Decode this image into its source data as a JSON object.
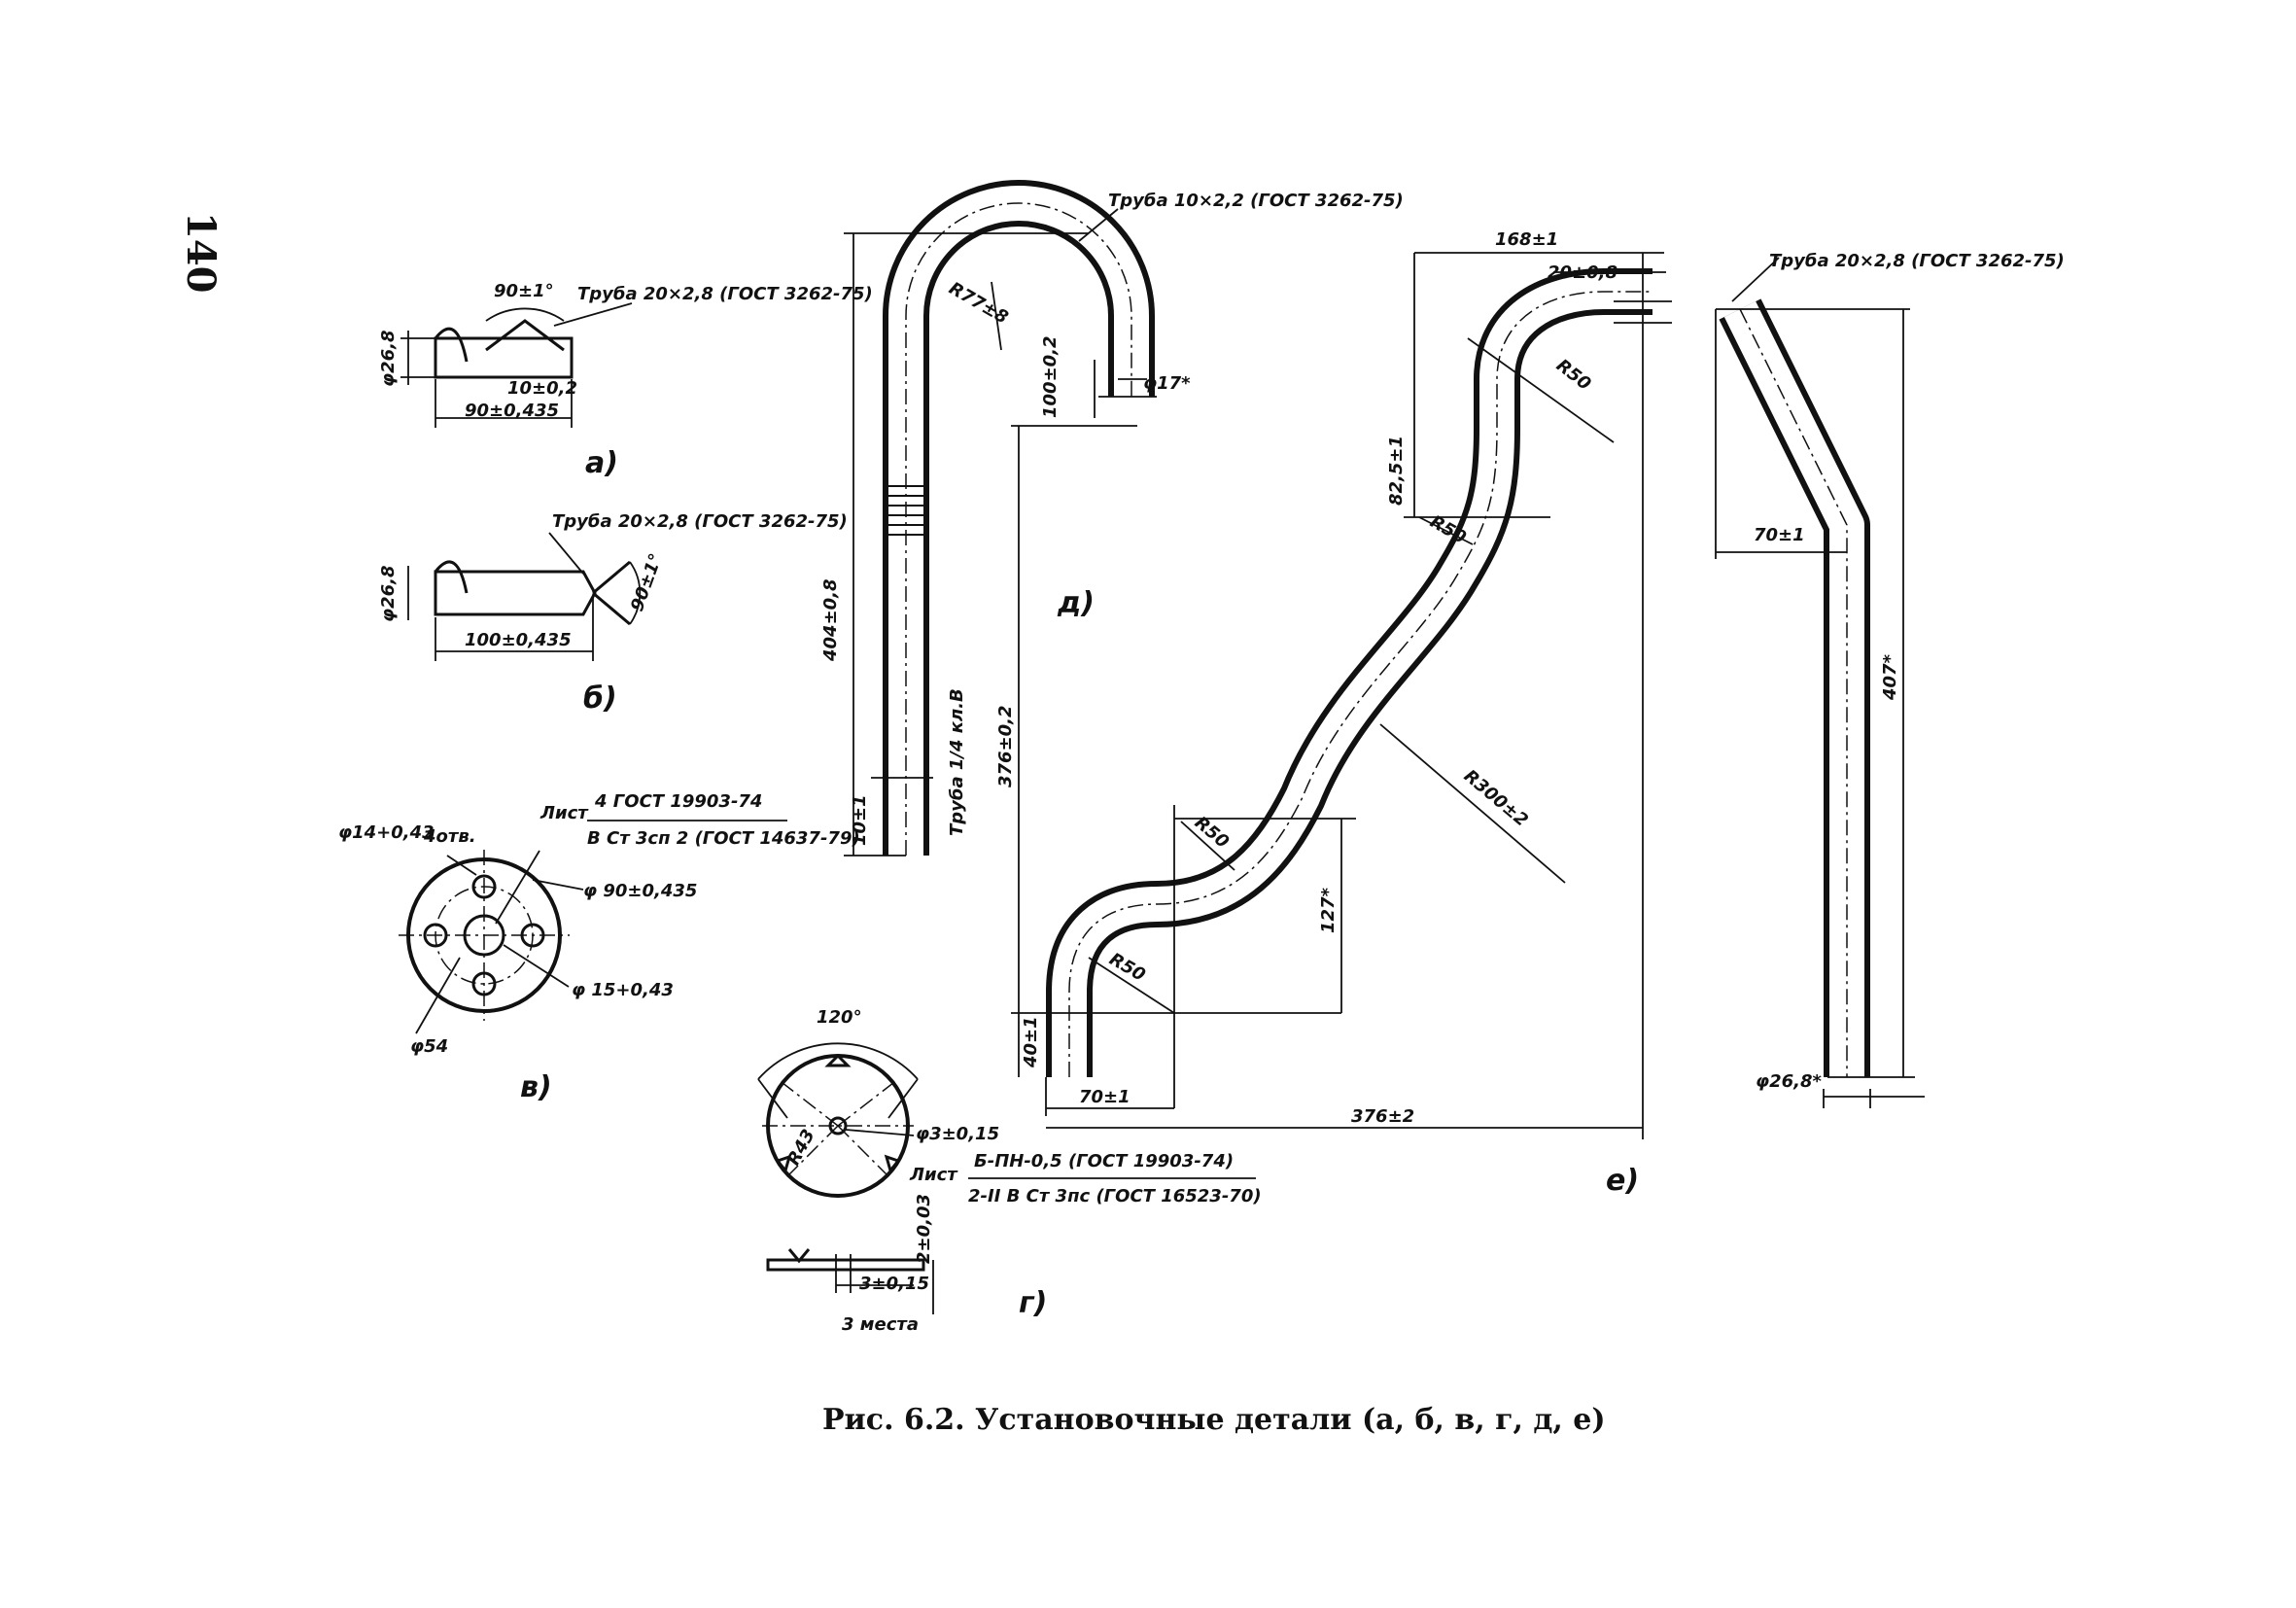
{
  "page_number": "140",
  "caption": "Рис. 6.2. Установочные детали (а, б, в, г, д, е)",
  "detail_a": {
    "subfigure": "а)",
    "pipe": "Труба 20×2,8 (ГОСТ 3262-75)",
    "angle": "90±1°",
    "diameter": "φ26,8",
    "offset": "10±0,2",
    "length": "90±0,435"
  },
  "detail_b": {
    "subfigure": "б)",
    "pipe": "Труба 20×2,8 (ГОСТ 3262-75)",
    "diameter": "φ26,8",
    "angle": "90±1°",
    "length": "100±0,435"
  },
  "detail_v": {
    "subfigure": "в)",
    "holes": "φ14+0,43",
    "holes_count": "4отв.",
    "sheet_label": "Лист",
    "spec_top": "4 ГОСТ 19903-74",
    "spec_bottom": "В Ст 3сп 2 (ГОСТ 14637-79)",
    "outer_diameter": "φ 90±0,435",
    "center_hole": "φ 15+0,43",
    "bolt_circle": "φ54"
  },
  "detail_g": {
    "subfigure": "г)",
    "angle": "120°",
    "radius": "R43",
    "hole": "φ3±0,15",
    "sheet_label": "Лист",
    "spec_top": "Б-ПН-0,5 (ГОСТ 19903-74)",
    "spec_bottom": "2-II В Ст 3пс (ГОСТ 16523-70)",
    "thickness": "2±0,03",
    "slot": "3±0,15",
    "places": "3 места"
  },
  "detail_d": {
    "subfigure": "д)",
    "pipe": "Труба 10×2,2 (ГОСТ 3262-75)",
    "bend_radius": "R77±8",
    "end_dia": "φ17*",
    "short_leg": "100±0,2",
    "length": "404±0,8",
    "thread": "Труба 1/4 кл.В",
    "thread_len": "10±1"
  },
  "detail_e": {
    "subfigure": "е)",
    "pipe": "Труба 20×2,8 (ГОСТ 3262-75)",
    "top_width": "168±1",
    "top_offset": "20±0,8",
    "r_top": "R50",
    "upper_height": "82,5±1",
    "r_mid_top": "R50",
    "big_radius": "R300±2",
    "total_height": "376±0,2",
    "r_mid_bottom": "R50",
    "lower_height": "127*",
    "r_bottom": "R50",
    "bottom_leg": "40±1",
    "bottom_offset": "70±1",
    "total_width": "376±2",
    "side_pipe": "Труба 20×2,8 (ГОСТ 3262-75)",
    "side_offset": "70±1",
    "side_length": "407*",
    "side_dia": "φ26,8*"
  }
}
